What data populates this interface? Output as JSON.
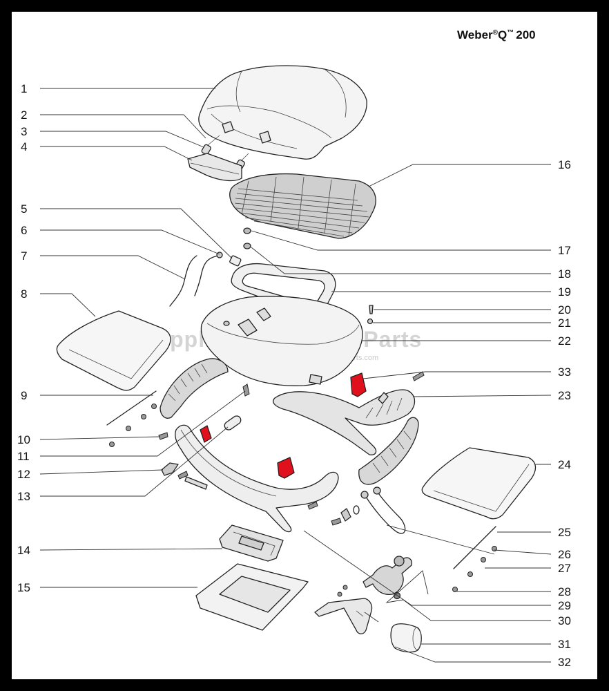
{
  "title": {
    "brand": "Weber",
    "reg_mark": "®",
    "model_letter": "Q",
    "tm_mark": "™",
    "model_number": "200"
  },
  "watermark": {
    "text": "Appliance Factory Parts",
    "url": "http://www.appliancefactoryparts.com"
  },
  "callouts": [
    "1",
    "2",
    "3",
    "4",
    "5",
    "6",
    "7",
    "8",
    "9",
    "10",
    "11",
    "12",
    "13",
    "14",
    "15",
    "16",
    "17",
    "18",
    "19",
    "20",
    "21",
    "22",
    "23",
    "24",
    "25",
    "26",
    "27",
    "28",
    "29",
    "30",
    "31",
    "32",
    "33"
  ],
  "colors": {
    "highlight": "#e0101c",
    "frame": "#000000",
    "line": "#222222"
  }
}
